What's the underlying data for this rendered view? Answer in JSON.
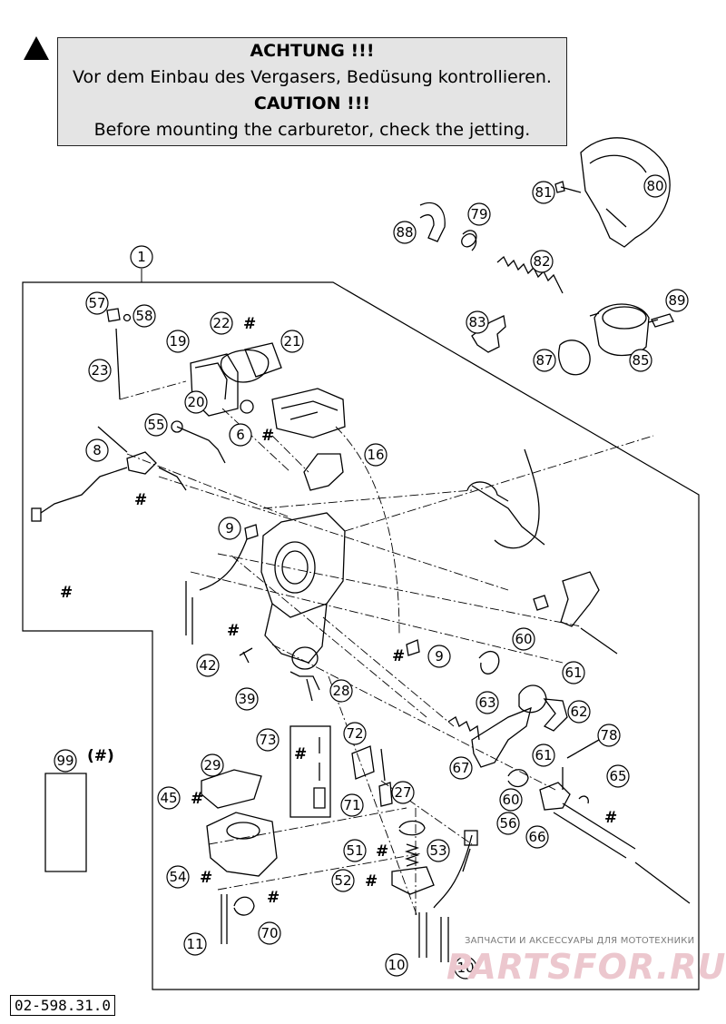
{
  "banner": {
    "warning_de_title": "ACHTUNG !!!",
    "warning_de_text": "Vor dem Einbau des Vergasers, Bedüsung kontrollieren.",
    "warning_en_title": "CAUTION !!!",
    "warning_en_text": "Before mounting the carburetor, check the jetting."
  },
  "assembly_label": "1",
  "seal_kit_marker": "(#)",
  "hash_mark": "#",
  "doc_number": "02-598.31.0",
  "watermark": {
    "text": "ЗАПЧАСТИ И АКСЕССУАРЫ ДЛЯ МОТОТЕХНИКИ",
    "logo": "PARTSFOR.RU"
  },
  "callouts": [
    {
      "num": "57"
    },
    {
      "num": "58"
    },
    {
      "num": "23"
    },
    {
      "num": "19"
    },
    {
      "num": "22",
      "hash": true
    },
    {
      "num": "21"
    },
    {
      "num": "20"
    },
    {
      "num": "6",
      "hash": true
    },
    {
      "num": "55"
    },
    {
      "num": "8"
    },
    {
      "num": "16"
    },
    {
      "num": "9"
    },
    {
      "num": "9"
    },
    {
      "num": "42"
    },
    {
      "num": "39"
    },
    {
      "num": "28"
    },
    {
      "num": "73"
    },
    {
      "num": "72"
    },
    {
      "num": "71"
    },
    {
      "num": "27"
    },
    {
      "num": "99"
    },
    {
      "num": "29"
    },
    {
      "num": "45",
      "hash": true
    },
    {
      "num": "51",
      "hash": true
    },
    {
      "num": "53"
    },
    {
      "num": "52",
      "hash": true
    },
    {
      "num": "54",
      "hash": true
    },
    {
      "num": "70"
    },
    {
      "num": "11"
    },
    {
      "num": "10"
    },
    {
      "num": "10"
    },
    {
      "num": "60"
    },
    {
      "num": "61"
    },
    {
      "num": "63"
    },
    {
      "num": "62"
    },
    {
      "num": "61"
    },
    {
      "num": "67"
    },
    {
      "num": "60"
    },
    {
      "num": "56"
    },
    {
      "num": "66"
    },
    {
      "num": "78"
    },
    {
      "num": "65"
    },
    {
      "num": "88"
    },
    {
      "num": "79"
    },
    {
      "num": "81"
    },
    {
      "num": "80"
    },
    {
      "num": "82"
    },
    {
      "num": "83"
    },
    {
      "num": "89"
    },
    {
      "num": "87"
    },
    {
      "num": "85"
    }
  ]
}
